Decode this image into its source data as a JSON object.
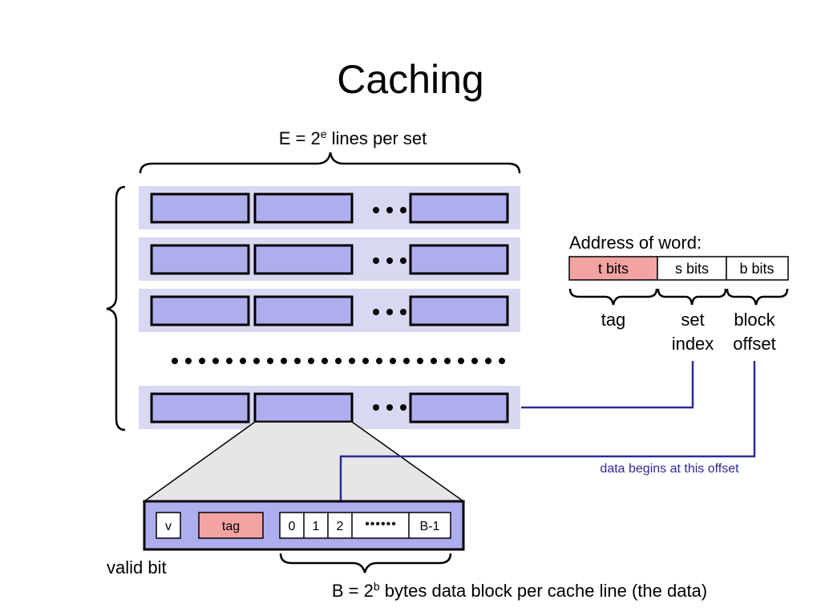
{
  "title": "Caching",
  "lines_per_set": {
    "prefix": "E = 2",
    "exp": "e",
    "suffix": " lines per set"
  },
  "address": {
    "heading": "Address of word:",
    "fields": [
      "t bits",
      "s bits",
      "b bits"
    ],
    "labels": {
      "tag": "tag",
      "set_top": "set",
      "set_bottom": "index",
      "block_top": "block",
      "block_bottom": "offset"
    }
  },
  "note": "data begins at this offset",
  "cache_line": {
    "valid": "v",
    "tag": "tag",
    "bytes": [
      "0",
      "1",
      "2",
      "B-1"
    ],
    "dots": "••••••"
  },
  "valid_bit_label": "valid bit",
  "block_size": {
    "prefix": "B = 2",
    "exp": "b",
    "suffix": " bytes data block per cache line (the data)"
  },
  "colors": {
    "block": "#aeaeee",
    "set_band": "#d8d8f2",
    "tag_field": "#f4a3a3",
    "line": "#2b2b9a"
  }
}
